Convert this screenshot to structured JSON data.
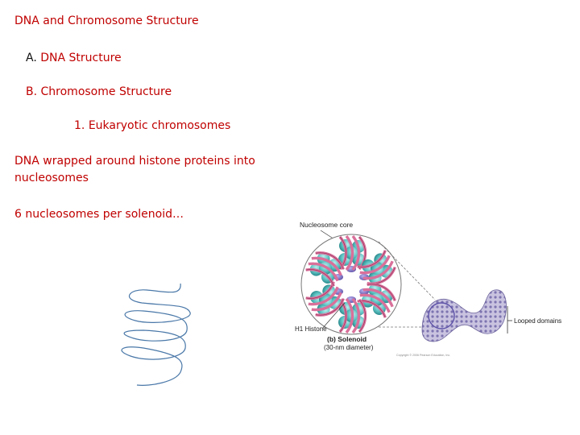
{
  "title": "DNA and Chromosome Structure",
  "outline": {
    "a_marker": "A.",
    "a_text": "DNA Structure",
    "b_marker": "B.",
    "b_text": "Chromosome Structure",
    "one_marker": "1.",
    "one_text": "Eukaryotic chromosomes"
  },
  "paragraphs": {
    "p1": "DNA wrapped around histone proteins into nucleosomes",
    "p2": "6 nucleosomes per solenoid…"
  },
  "figure": {
    "nucleosome_core_label": "Nucleosome core",
    "h1_histone_label": "H1 Histone",
    "solenoid_label": "(b) Solenoid",
    "diameter_label": "(30-nm diameter)",
    "looped_domains_label": "Looped domains",
    "copyright": "Copyright © 2006 Pearson Education, Inc."
  },
  "colors": {
    "accent_red": "#c00000",
    "text_dark": "#111111",
    "histone_teal": "#5fc4c4",
    "dna_pink": "#d9709a",
    "h1_purple": "#7a6fc0",
    "sketch_blue": "#4a78a8"
  }
}
